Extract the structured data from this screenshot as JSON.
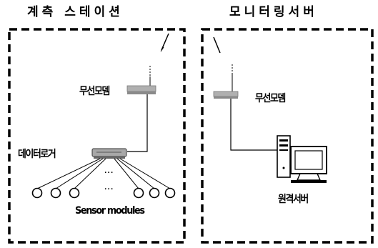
{
  "panels": {
    "station": {
      "title": "계측 스테이션",
      "modem_label": "무선모뎀",
      "logger_label": "데이터로거",
      "sensor_label": "Sensor modules",
      "ellipsis_top": "...",
      "ellipsis_bottom": "..."
    },
    "server": {
      "title": "모니터링서버",
      "modem_label": "무선모뎀",
      "server_label": "원격서버"
    }
  },
  "colors": {
    "stroke": "#000000",
    "background": "#ffffff",
    "device_gray": "#9a9a9a"
  },
  "icons": [
    "antenna-icon",
    "wireless-modem-icon",
    "data-logger-icon",
    "sensor-icon",
    "pc-tower-icon",
    "monitor-icon"
  ]
}
